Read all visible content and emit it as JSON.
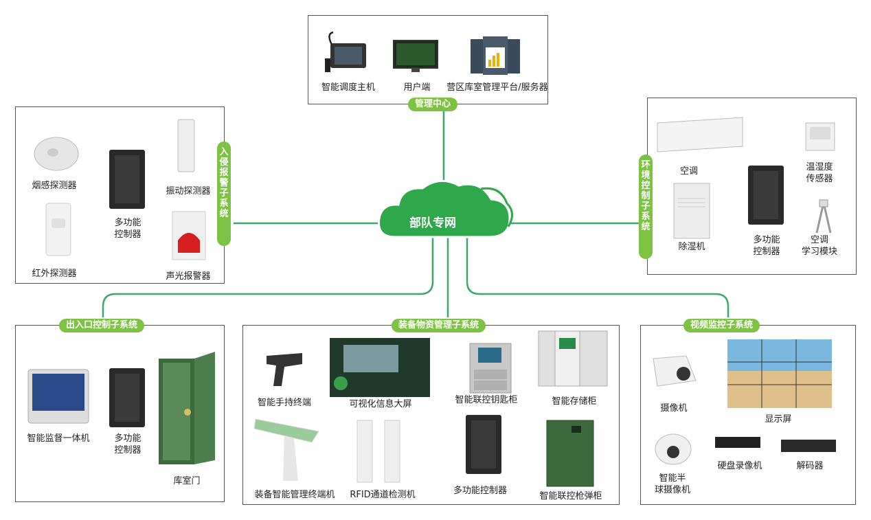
{
  "center": {
    "label": "部队专网"
  },
  "top": {
    "tag": "管理中心",
    "items": [
      "智能调度主机",
      "用户端",
      "营区库室管理平台/服务器"
    ]
  },
  "left": {
    "tag": "入侵报警子系统",
    "items": [
      "烟感探测器",
      "多功能\n控制器",
      "振动探测器",
      "红外探测器",
      "声光报警器"
    ]
  },
  "right": {
    "tag": "环境控制子系统",
    "items": [
      "空调",
      "温湿度\n传感器",
      "除湿机",
      "多功能\n控制器",
      "空调\n学习模块"
    ]
  },
  "bottom_left": {
    "tag": "出入口控制子系统",
    "items": [
      "智能监督一体机",
      "多功能\n控制器",
      "库室门"
    ]
  },
  "bottom_mid": {
    "tag": "装备物资管理子系统",
    "items": [
      "智能手持终端",
      "可视化信息大屏",
      "智能联控钥匙柜",
      "智能存储柜",
      "装备智能管理终端机",
      "RFID通道检测机",
      "多功能控制器",
      "智能联控枪弹柜"
    ]
  },
  "bottom_right": {
    "tag": "视频监控子系统",
    "items": [
      "摄像机",
      "显示屏",
      "智能半\n球摄像机",
      "硬盘录像机",
      "解码器"
    ]
  },
  "colors": {
    "accent": "#7dc242",
    "cloud": "#2ea84a",
    "line": "#3aa86b"
  }
}
